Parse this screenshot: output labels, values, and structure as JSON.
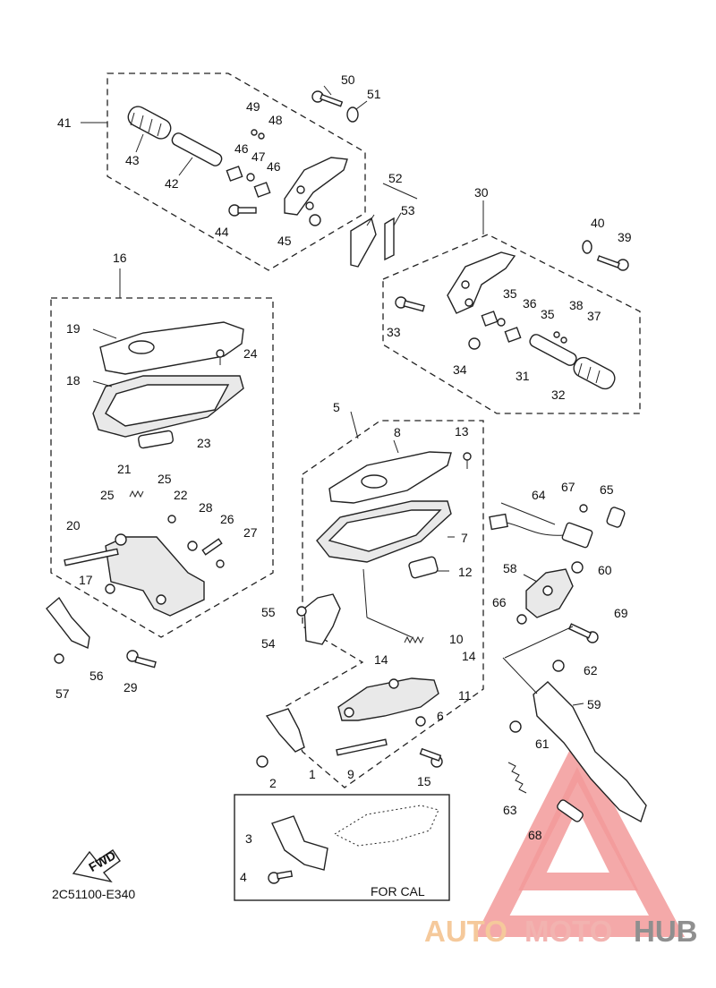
{
  "diagram_code": "2C51100-E340",
  "inset_label": "FOR CAL",
  "fwd_label": "FWD",
  "watermark": {
    "part1": "AUTO",
    "part2": "MOTO",
    "part3": "HUB",
    "color_auto": "#f5c99b",
    "color_moto": "#f2b3b0",
    "color_hub": "#8f8f8f",
    "triangle_color": "#f08080"
  },
  "callouts": [
    "1",
    "2",
    "3",
    "4",
    "5",
    "6",
    "7",
    "8",
    "9",
    "10",
    "11",
    "12",
    "13",
    "14",
    "14",
    "15",
    "16",
    "17",
    "18",
    "19",
    "20",
    "21",
    "22",
    "23",
    "24",
    "25",
    "25",
    "26",
    "27",
    "28",
    "29",
    "30",
    "31",
    "32",
    "33",
    "34",
    "35",
    "35",
    "36",
    "37",
    "38",
    "39",
    "40",
    "41",
    "42",
    "43",
    "44",
    "45",
    "46",
    "46",
    "47",
    "48",
    "49",
    "50",
    "51",
    "52",
    "53",
    "54",
    "55",
    "56",
    "57",
    "58",
    "59",
    "60",
    "61",
    "62",
    "63",
    "64",
    "65",
    "66",
    "67",
    "68",
    "69"
  ]
}
